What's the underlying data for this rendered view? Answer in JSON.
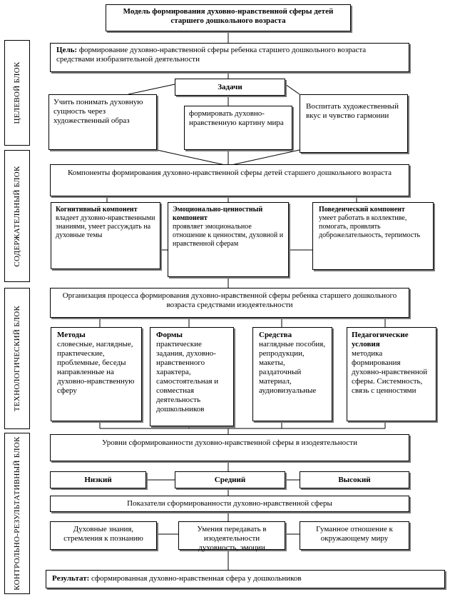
{
  "title": "Модель формирования духовно-нравственной сферы детей старшего дошкольного возраста",
  "blocks": {
    "target": "ЦЕЛЕВОЙ БЛОК",
    "content": "СОДЕРЖАТЕЛЬНЫЙ БЛОК",
    "tech": "ТЕХНОЛОГИЧЕСКИЙ БЛОК",
    "control": "КОНТРОЛЬНО-РЕЗУЛЬТАТИВНЫЙ БЛОК"
  },
  "goal": {
    "label": "Цель:",
    "text": " формирование духовно-нравственной сферы ребенка старшего дошкольного возраста средствами изобразительной деятельности"
  },
  "tasks": {
    "header": "Задачи",
    "items": [
      "Учить понимать духовную сущность через художественный образ",
      "формировать духовно-нравственную картину мира",
      "Воспитать художественный вкус и чувство гармонии"
    ]
  },
  "components": {
    "header": "Компоненты формирования духовно-нравственной сферы детей старшего дошкольного возраста",
    "items": [
      {
        "title": "Когнитивный компонент",
        "text": "владеет духовно-нравственными знаниями, умеет рассуждать на духовные темы"
      },
      {
        "title": "Эмоционально-ценностный компонент",
        "text": "проявляет эмоциональное отношение к ценностям, духовной и нравственной сферам"
      },
      {
        "title": "Поведенческий компонент",
        "text": "умеет работать в коллективе, помогать, проявлять доброжелательность, терпимость"
      }
    ]
  },
  "organization": {
    "header": "Организация процесса формирования духовно-нравственной сферы ребенка старшего дошкольного возраста средствами изодеятельности",
    "items": [
      {
        "title": "Методы",
        "text": "словесные, наглядные, практические, проблемные, беседы направленные на духовно-нравственную сферу"
      },
      {
        "title": "Формы",
        "text": "практические задания, духовно-нравственного характера, самостоятельная и совместная деятельность дошкольников"
      },
      {
        "title": "Средства",
        "text": "наглядные пособия, репродукции, макеты, раздаточный материал, аудиовизуальные"
      },
      {
        "title": "Педагогические условия",
        "text": "методика формирования духовно-нравственной сферы. Системность, связь с ценностями"
      }
    ]
  },
  "levels": {
    "header": "Уровни сформированности духовно-нравственной сферы в изодеятельности",
    "items": [
      "Низкий",
      "Средний",
      "Высокий"
    ]
  },
  "indicators": {
    "header": "Показатели сформированности духовно-нравственной сферы",
    "items": [
      "Духовные знания, стремления к познанию",
      "Умения передавать в изодеятельности духовность, эмоции",
      "Гуманное отношение к окружающему миру"
    ]
  },
  "result": {
    "label": "Результат:",
    "text": " сформированная духовно-нравственная сфера у дошкольников"
  }
}
